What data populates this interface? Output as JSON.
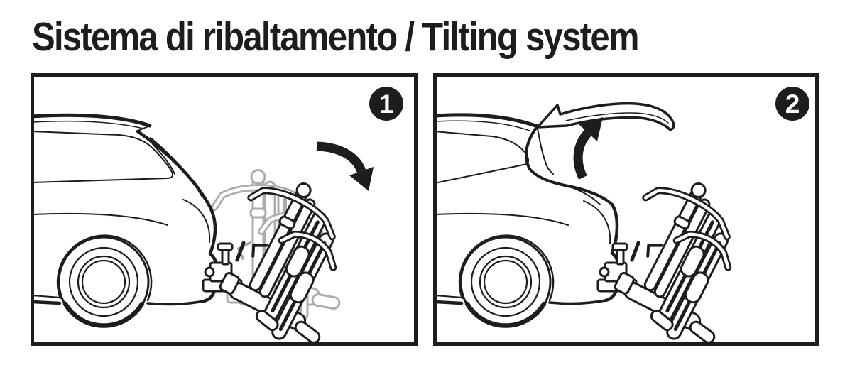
{
  "title": "Sistema di ribaltamento / Tilting system",
  "panels": [
    {
      "number": "1"
    },
    {
      "number": "2"
    }
  ],
  "colors": {
    "line": "#1d1d1b",
    "ghost_rack": "#acacac",
    "badge_fill": "#1d1d1b",
    "badge_text": "#ffffff",
    "background": "#ffffff"
  }
}
